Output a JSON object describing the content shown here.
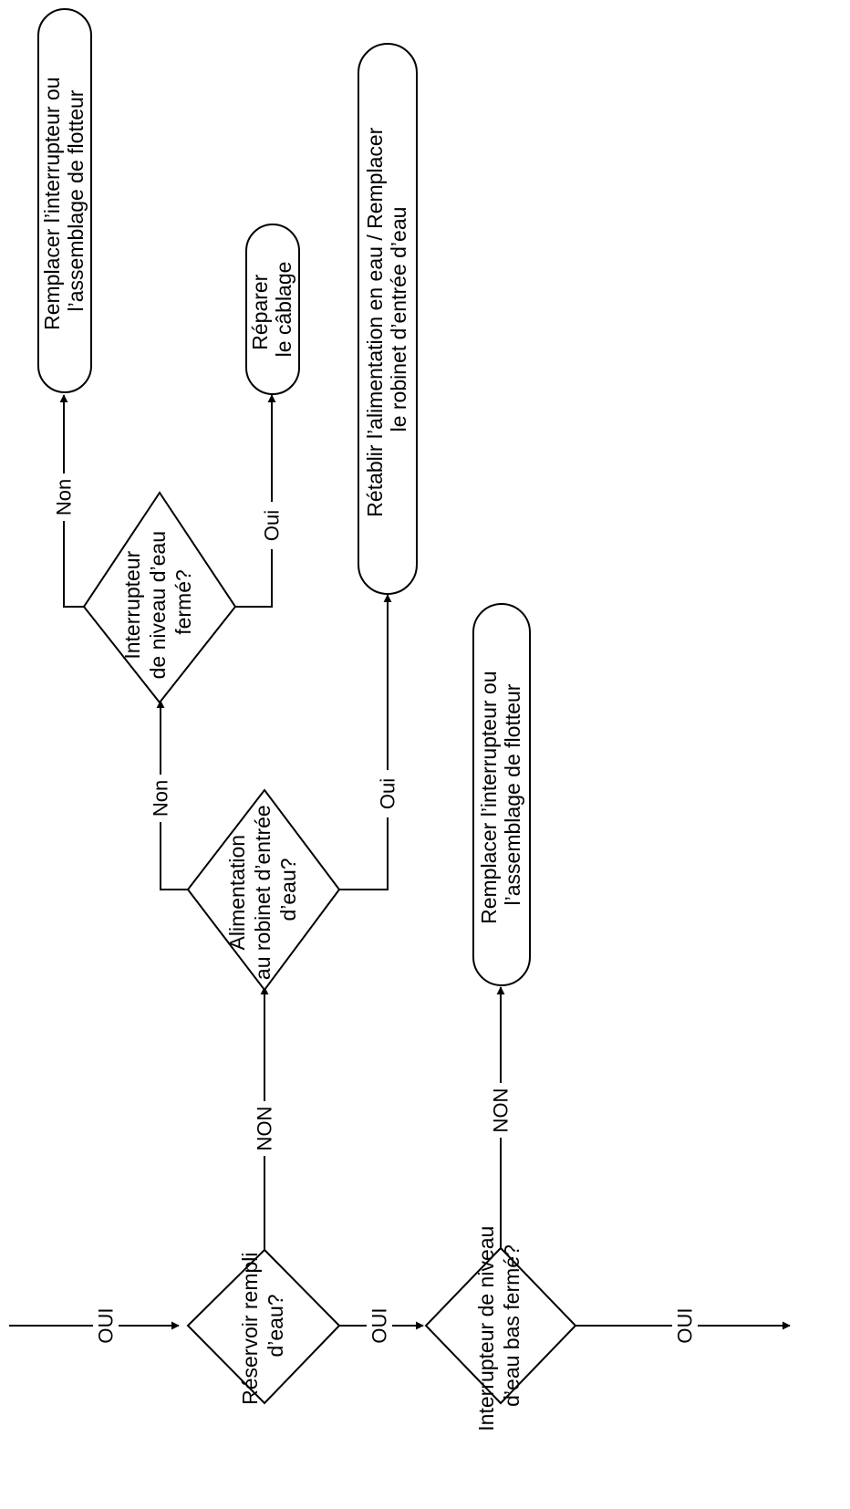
{
  "nodes": {
    "reservoir_q": [
      "Réservoir rempli",
      "d’eau?"
    ],
    "alimentation_q": [
      "Alimentation",
      "au robinet d’entrée",
      "d’eau?"
    ],
    "niveau_ferme_q": [
      "Interrupteur",
      "de niveau d’eau",
      "fermé?"
    ],
    "bas_ferme_q": [
      "Interrupteur de niveau",
      "d’eau bas fermé?"
    ],
    "remplacer_top": [
      "Remplacer l’interrupteur ou",
      "l’assemblage de flotteur"
    ],
    "reparer": [
      "Réparer",
      "le câblage"
    ],
    "retablir": [
      "Rétablir l’alimentation en eau / Remplacer",
      "le robinet d’entrée d’eau"
    ],
    "remplacer_bottom": [
      "Remplacer l’interrupteur ou",
      "l’assemblage de flotteur"
    ]
  },
  "edges": {
    "entry": "OUI",
    "reservoir_oui": "OUI",
    "reservoir_non": "NON",
    "alimentation_non": "Non",
    "alimentation_oui": "Oui",
    "niveau_non": "Non",
    "niveau_oui": "Oui",
    "bas_non": "NON",
    "bas_oui": "OUI"
  }
}
